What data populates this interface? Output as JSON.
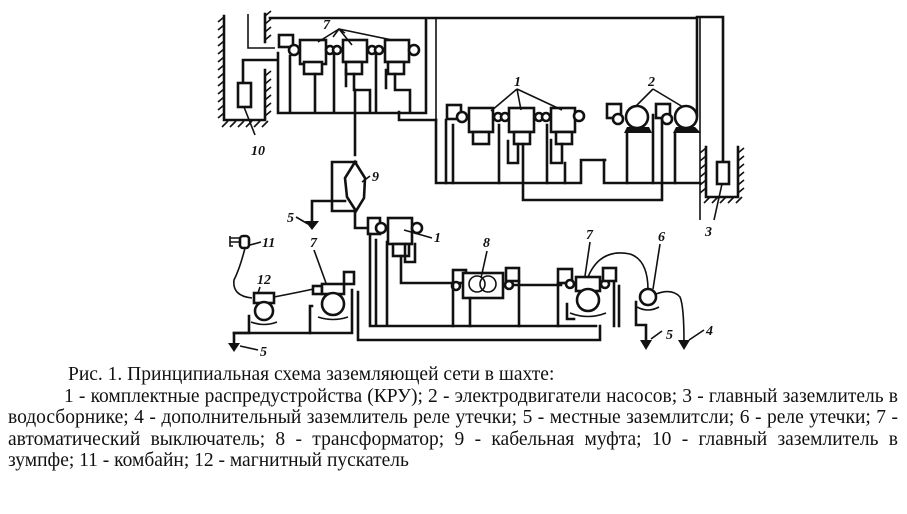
{
  "figure": {
    "title": "Рис. 1. Принципиальная схема заземляющей сети в шахте:",
    "legend_text": "1 - комплектные распредустройства (КРУ); 2 - электродвигатели насосов; 3 - главный заземлитель в водосборнике; 4 - дополнительный заземлитель реле утечки; 5 - местные заземлитсли; 6 - реле утечки; 7 - автоматический выключатель; 8 - трансформатор; 9 - кабельная муфта; 10 - главный заземлитель в зумпфе; 11 - комбайн; 12 - магнитный пускатель",
    "legend": [
      {
        "number": "1",
        "description": "комплектные распредустройства (КРУ)"
      },
      {
        "number": "2",
        "description": "электродвигатели насосов"
      },
      {
        "number": "3",
        "description": "главный заземлитель в водосборнике"
      },
      {
        "number": "4",
        "description": "дополнительный заземлитель реле утечки"
      },
      {
        "number": "5",
        "description": "местные заземлитсли"
      },
      {
        "number": "6",
        "description": "реле утечки"
      },
      {
        "number": "7",
        "description": "автоматический выключатель"
      },
      {
        "number": "8",
        "description": "трансформатор"
      },
      {
        "number": "9",
        "description": "кабельная муфта"
      },
      {
        "number": "10",
        "description": "главный заземлитель в зумпфе"
      },
      {
        "number": "11",
        "description": "комбайн"
      },
      {
        "number": "12",
        "description": "магнитный пускатель"
      }
    ]
  },
  "diagram": {
    "callouts": {
      "kru_upper": "7",
      "kru_middle": "1",
      "pump_motors": "2",
      "main_ground_sump_right": "3",
      "sump_ground_left": "10",
      "cable_coupling": "9",
      "local_ground_upper": "5",
      "breaker_left": "7",
      "combine": "11",
      "magnetic_starter": "12",
      "local_ground_lower_left": "5",
      "kru_lower": "1",
      "transformer": "8",
      "breaker_right": "7",
      "leakage_relay": "6",
      "local_ground_lower_right": "5",
      "aux_ground": "4"
    }
  }
}
